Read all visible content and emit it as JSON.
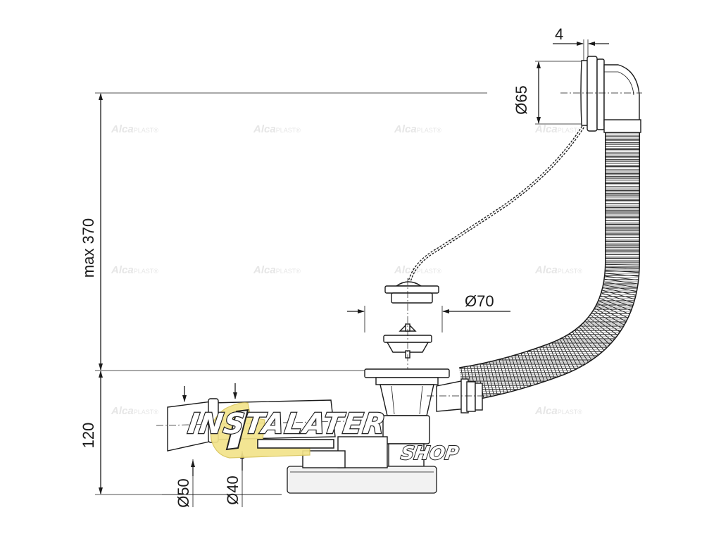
{
  "dimensions": {
    "max_height": "max 370",
    "base_height": "120",
    "overflow_diameter": "Ø65",
    "overflow_thickness": "4",
    "waste_diameter": "Ø70",
    "outlet_outer": "Ø50",
    "outlet_inner": "Ø40"
  },
  "watermark": {
    "brand": "Alca",
    "suffix": "PLAST",
    "mark": "®"
  },
  "logo": {
    "main": "INSTALATER",
    "sub": "SHOP",
    "colors": {
      "yellow": "#f2e38a",
      "dark": "#222222"
    }
  },
  "colors": {
    "line": "#1a1a1a",
    "watermark": "#e6e6e6",
    "background": "#ffffff"
  }
}
